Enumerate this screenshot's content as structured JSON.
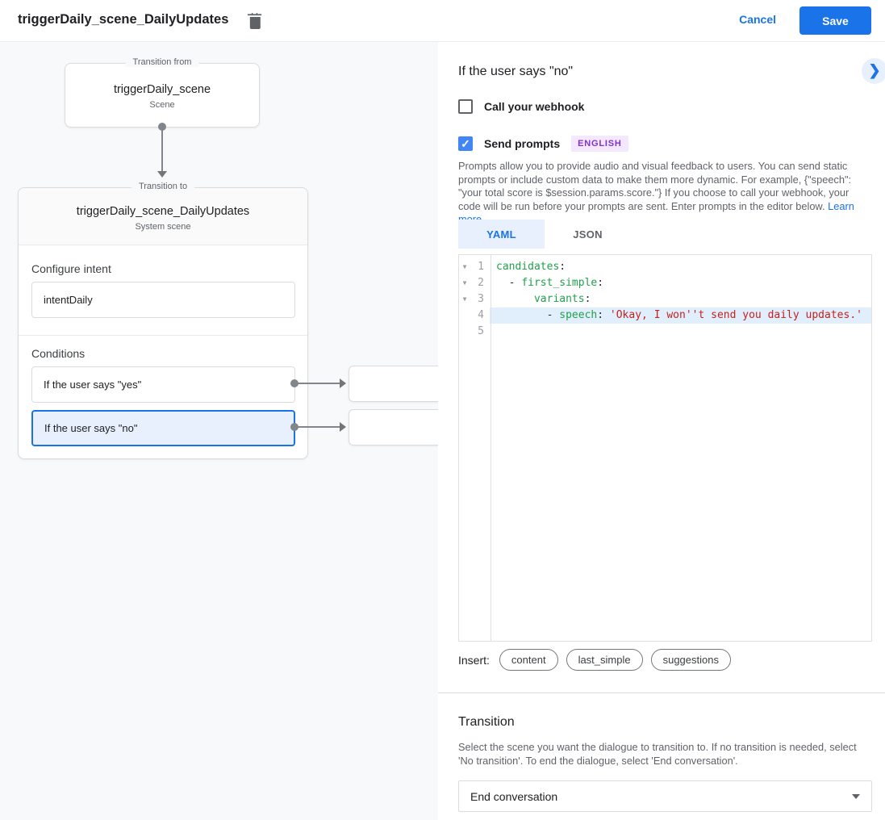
{
  "header": {
    "title": "triggerDaily_scene_DailyUpdates",
    "cancel_label": "Cancel",
    "save_label": "Save"
  },
  "diagram": {
    "from_box": {
      "tag": "Transition from",
      "title": "triggerDaily_scene",
      "subtitle": "Scene"
    },
    "to_box": {
      "tag": "Transition to",
      "title": "triggerDaily_scene_DailyUpdates",
      "subtitle": "System scene",
      "configure_intent_label": "Configure intent",
      "intent_value": "intentDaily",
      "conditions_label": "Conditions",
      "conditions": [
        {
          "label": "If the user says \"yes\""
        },
        {
          "label": "If the user says \"no\""
        }
      ]
    }
  },
  "panel": {
    "title": "If the user says \"no\"",
    "expand_icon_glyph": "❯",
    "webhook_label": "Call your webhook",
    "send_prompts_label": "Send prompts",
    "checkmark_glyph": "✓",
    "language_badge": "ENGLISH",
    "description": "Prompts allow you to provide audio and visual feedback to users. You can send static prompts or include custom data to make them more dynamic. For example, {\"speech\": \"your total score is $session.params.score.\"} If you choose to call your webhook, your code will be run before your prompts are sent. Enter prompts in the editor below. ",
    "learn_more_label": "Learn more",
    "tabs": [
      {
        "label": "YAML"
      },
      {
        "label": "JSON"
      }
    ],
    "editor": {
      "fold_glyph": "▼",
      "lines": [
        {
          "num": "1",
          "fold": true,
          "highlight": false,
          "segments": [
            {
              "t": "candidates",
              "c": "key"
            },
            {
              "t": ":",
              "c": "plain"
            }
          ]
        },
        {
          "num": "2",
          "fold": true,
          "highlight": false,
          "segments": [
            {
              "t": "  - ",
              "c": "plain"
            },
            {
              "t": "first_simple",
              "c": "key"
            },
            {
              "t": ":",
              "c": "plain"
            }
          ]
        },
        {
          "num": "3",
          "fold": true,
          "highlight": false,
          "segments": [
            {
              "t": "      ",
              "c": "plain"
            },
            {
              "t": "variants",
              "c": "key"
            },
            {
              "t": ":",
              "c": "plain"
            }
          ]
        },
        {
          "num": "4",
          "fold": false,
          "highlight": true,
          "segments": [
            {
              "t": "        - ",
              "c": "plain"
            },
            {
              "t": "speech",
              "c": "key"
            },
            {
              "t": ": ",
              "c": "plain"
            },
            {
              "t": "'Okay, I won''t send you daily updates.'",
              "c": "string"
            }
          ]
        },
        {
          "num": "5",
          "fold": false,
          "highlight": false,
          "segments": []
        }
      ]
    },
    "insert_label": "Insert:",
    "insert_chips": [
      "content",
      "last_simple",
      "suggestions"
    ],
    "transition": {
      "title": "Transition",
      "description": "Select the scene you want the dialogue to transition to. If no transition is needed, select 'No transition'. To end the dialogue, select 'End conversation'.",
      "selected_value": "End conversation"
    }
  },
  "colors": {
    "accent": "#1a73e8",
    "selected_bg": "#e8f0fe",
    "badge_text": "#8430ce",
    "badge_bg": "#f3e8fd",
    "code_key": "#22a04b",
    "code_string": "#c5221f",
    "canvas_bg": "#f8f9fa"
  }
}
